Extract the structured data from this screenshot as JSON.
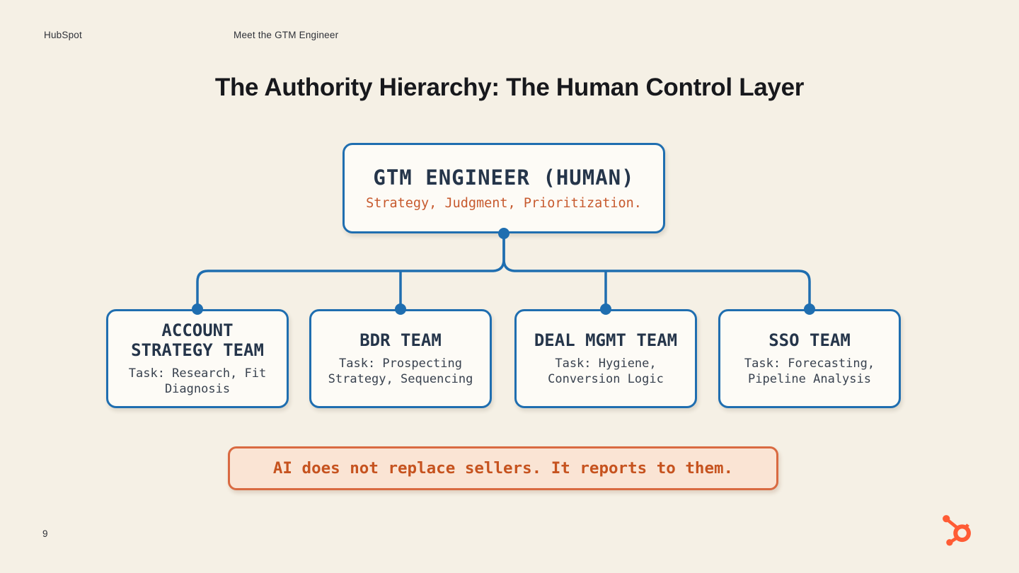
{
  "header": {
    "brand": "HubSpot",
    "deck_title": "Meet the GTM Engineer"
  },
  "slide": {
    "title": "The Authority Hierarchy: The Human Control Layer"
  },
  "diagram": {
    "root": {
      "title": "GTM ENGINEER (HUMAN)",
      "subtitle": "Strategy, Judgment, Prioritization."
    },
    "teams": [
      {
        "title": "ACCOUNT STRATEGY TEAM",
        "task": "Task: Research, Fit Diagnosis"
      },
      {
        "title": "BDR TEAM",
        "task": "Task: Prospecting Strategy, Sequencing"
      },
      {
        "title": "DEAL MGMT TEAM",
        "task": "Task: Hygiene, Conversion Logic"
      },
      {
        "title": "SSO TEAM",
        "task": "Task: Forecasting, Pipeline Analysis"
      }
    ]
  },
  "callout": {
    "text": "AI does not replace sellers. It reports to them."
  },
  "footer": {
    "page_number": "9",
    "logo": "hubspot-sprocket-icon"
  },
  "colors": {
    "background": "#F5F0E5",
    "box_fill": "#FDFBF6",
    "accent_blue": "#1F6EB0",
    "navy_text": "#25354A",
    "subtitle_orange": "#C75A2E",
    "callout_bg": "#FAE4D4",
    "callout_border": "#D96A41",
    "callout_text": "#C6531F",
    "hubspot_orange": "#FF5C35"
  }
}
